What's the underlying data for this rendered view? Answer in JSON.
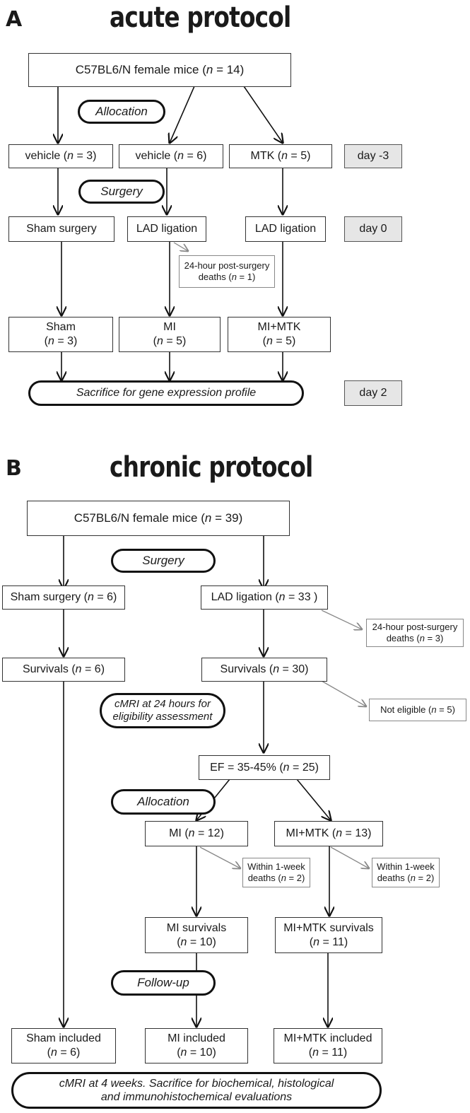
{
  "panel_a": {
    "letter": "A",
    "title": "acute protocol",
    "root": {
      "pre": "C57BL6/N female mice (",
      "n": "n",
      "post": " = 14)"
    },
    "allocation": "Allocation",
    "surgery": "Surgery",
    "vehicle1": {
      "pre": "vehicle (",
      "n": "n",
      "post": " = 3)"
    },
    "vehicle2": {
      "pre": "vehicle (",
      "n": "n",
      "post": " = 6)"
    },
    "mtk": {
      "pre": "MTK (",
      "n": "n",
      "post": " = 5)"
    },
    "day_m3": "day -3",
    "sham_surgery": "Sham surgery",
    "lad1": "LAD ligation",
    "lad2": "LAD ligation",
    "day_0": "day 0",
    "deaths": {
      "line1": "24-hour post-surgery",
      "pre": "deaths (",
      "n": "n",
      "post": " = 1)"
    },
    "sham": {
      "label": "Sham",
      "pre": "(",
      "n": "n",
      "post": " = 3)"
    },
    "mi": {
      "label": "MI",
      "pre": "(",
      "n": "n",
      "post": " = 5)"
    },
    "mimtk": {
      "label": "MI+MTK",
      "pre": "(",
      "n": "n",
      "post": " = 5)"
    },
    "sacrifice": "Sacrifice for gene expression profile",
    "day_2": "day 2"
  },
  "panel_b": {
    "letter": "B",
    "title": "chronic protocol",
    "root": {
      "pre": "C57BL6/N female mice (",
      "n": "n",
      "post": " = 39)"
    },
    "surgery": "Surgery",
    "sham_surgery": {
      "pre": "Sham surgery (",
      "n": "n",
      "post": " = 6)"
    },
    "lad": {
      "pre": "LAD ligation (",
      "n": "n",
      "post": " = 33 )"
    },
    "deaths24": {
      "line1": "24-hour post-surgery",
      "pre": "deaths (",
      "n": "n",
      "post": " = 3)"
    },
    "surv_sham": {
      "pre": "Survivals (",
      "n": "n",
      "post": " = 6)"
    },
    "surv_lad": {
      "pre": "Survivals (",
      "n": "n",
      "post": " = 30)"
    },
    "cmri24": {
      "line1": "cMRI at 24 hours for",
      "line2": "eligibility assessment"
    },
    "not_eligible": {
      "pre": "Not eligible (",
      "n": "n",
      "post": " = 5)"
    },
    "ef": {
      "pre": "EF = 35-45% (",
      "n": "n",
      "post": " = 25)"
    },
    "allocation": "Allocation",
    "mi": {
      "pre": "MI (",
      "n": "n",
      "post": " = 12)"
    },
    "mimtk": {
      "pre": "MI+MTK (",
      "n": "n",
      "post": " = 13)"
    },
    "deaths_week_mi": {
      "line1": "Within 1-week",
      "pre": "deaths (",
      "n": "n",
      "post": " = 2)"
    },
    "deaths_week_mimtk": {
      "line1": "Within 1-week",
      "pre": "deaths (",
      "n": "n",
      "post": " = 2)"
    },
    "mi_surv": {
      "label": "MI survivals",
      "pre": "(",
      "n": "n",
      "post": " = 10)"
    },
    "mimtk_surv": {
      "label": "MI+MTK survivals",
      "pre": "(",
      "n": "n",
      "post": " = 11)"
    },
    "followup": "Follow-up",
    "sham_incl": {
      "label": "Sham included",
      "pre": "(",
      "n": "n",
      "post": " = 6)"
    },
    "mi_incl": {
      "label": "MI included",
      "pre": "(",
      "n": "n",
      "post": " = 10)"
    },
    "mimtk_incl": {
      "label": "MI+MTK included",
      "pre": "(",
      "n": "n",
      "post": " = 11)"
    },
    "final": {
      "line1": "cMRI at 4 weeks. Sacrifice for biochemical, histological",
      "line2": "and immunohistochemical evaluations"
    }
  }
}
